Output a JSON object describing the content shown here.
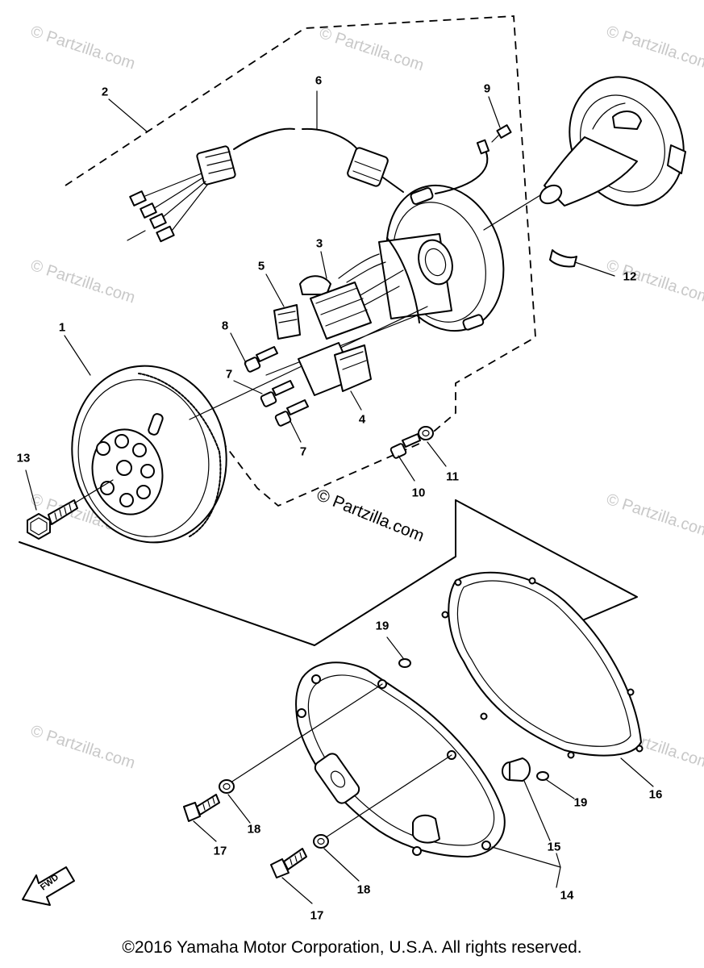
{
  "copyright": "©2016 Yamaha Motor Corporation, U.S.A. All rights reserved.",
  "watermark_main": "© Partzilla.com",
  "watermark_faint": "© Partzilla.com",
  "fwd_label": "FWD",
  "callouts": {
    "c1": "1",
    "c2": "2",
    "c3": "3",
    "c4": "4",
    "c5": "5",
    "c6": "6",
    "c7a": "7",
    "c7b": "7",
    "c8": "8",
    "c9": "9",
    "c10": "10",
    "c11": "11",
    "c12": "12",
    "c13": "13",
    "c14": "14",
    "c15": "15",
    "c16": "16",
    "c17a": "17",
    "c17b": "17",
    "c18a": "18",
    "c18b": "18",
    "c19a": "19",
    "c19b": "19"
  }
}
